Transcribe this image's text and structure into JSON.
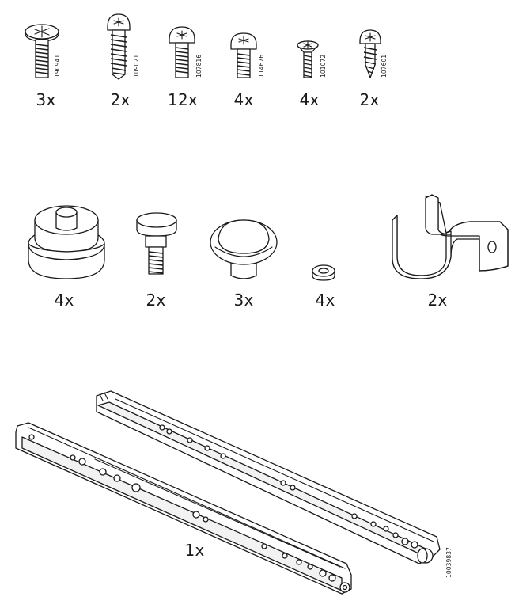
{
  "screws": [
    {
      "code": "190941",
      "quantity": "3x"
    },
    {
      "code": "109021",
      "quantity": "2x"
    },
    {
      "code": "107816",
      "quantity": "12x"
    },
    {
      "code": "114676",
      "quantity": "4x"
    },
    {
      "code": "101072",
      "quantity": "4x"
    },
    {
      "code": "107601",
      "quantity": "2x"
    }
  ],
  "fittings": [
    {
      "name": "round foot",
      "quantity": "4x"
    },
    {
      "name": "shelf pin",
      "quantity": "2x"
    },
    {
      "name": "knob",
      "quantity": "3x"
    },
    {
      "name": "washer",
      "quantity": "4x"
    },
    {
      "name": "clamp bracket",
      "quantity": "2x"
    }
  ],
  "drawer_runners": {
    "code": "10039837",
    "quantity": "1x"
  },
  "colors": {
    "line": "#1a1a1a",
    "background": "#ffffff"
  }
}
